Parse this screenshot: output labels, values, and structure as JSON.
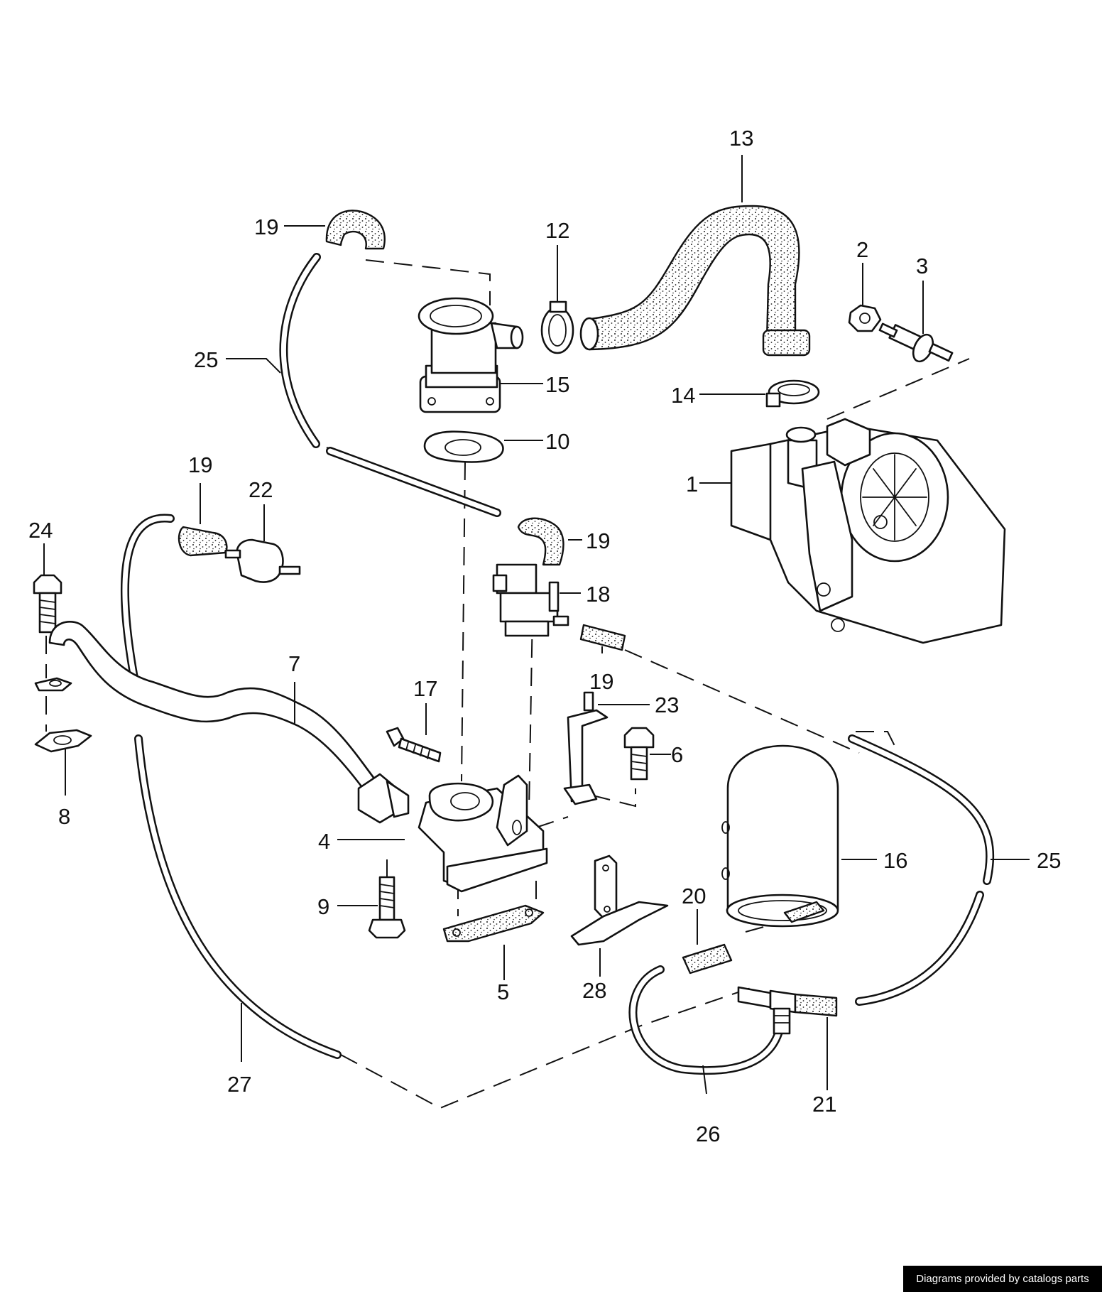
{
  "credit": "Diagrams provided by catalogs parts",
  "callouts": [
    {
      "id": "c13",
      "text": "13"
    },
    {
      "id": "c19a",
      "text": "19"
    },
    {
      "id": "c12",
      "text": "12"
    },
    {
      "id": "c2",
      "text": "2"
    },
    {
      "id": "c3",
      "text": "3"
    },
    {
      "id": "c25a",
      "text": "25"
    },
    {
      "id": "c15",
      "text": "15"
    },
    {
      "id": "c14",
      "text": "14"
    },
    {
      "id": "c10",
      "text": "10"
    },
    {
      "id": "c1",
      "text": "1"
    },
    {
      "id": "c19b",
      "text": "19"
    },
    {
      "id": "c22",
      "text": "22"
    },
    {
      "id": "c24",
      "text": "24"
    },
    {
      "id": "c19c",
      "text": "19"
    },
    {
      "id": "c18",
      "text": "18"
    },
    {
      "id": "c7",
      "text": "7"
    },
    {
      "id": "c19d",
      "text": "19"
    },
    {
      "id": "c17",
      "text": "17"
    },
    {
      "id": "c23",
      "text": "23"
    },
    {
      "id": "c6",
      "text": "6"
    },
    {
      "id": "c8",
      "text": "8"
    },
    {
      "id": "c4",
      "text": "4"
    },
    {
      "id": "c16",
      "text": "16"
    },
    {
      "id": "c25b",
      "text": "25"
    },
    {
      "id": "c20",
      "text": "20"
    },
    {
      "id": "c9",
      "text": "9"
    },
    {
      "id": "c5",
      "text": "5"
    },
    {
      "id": "c28",
      "text": "28"
    },
    {
      "id": "c21",
      "text": "21"
    },
    {
      "id": "c27",
      "text": "27"
    },
    {
      "id": "c26",
      "text": "26"
    }
  ]
}
